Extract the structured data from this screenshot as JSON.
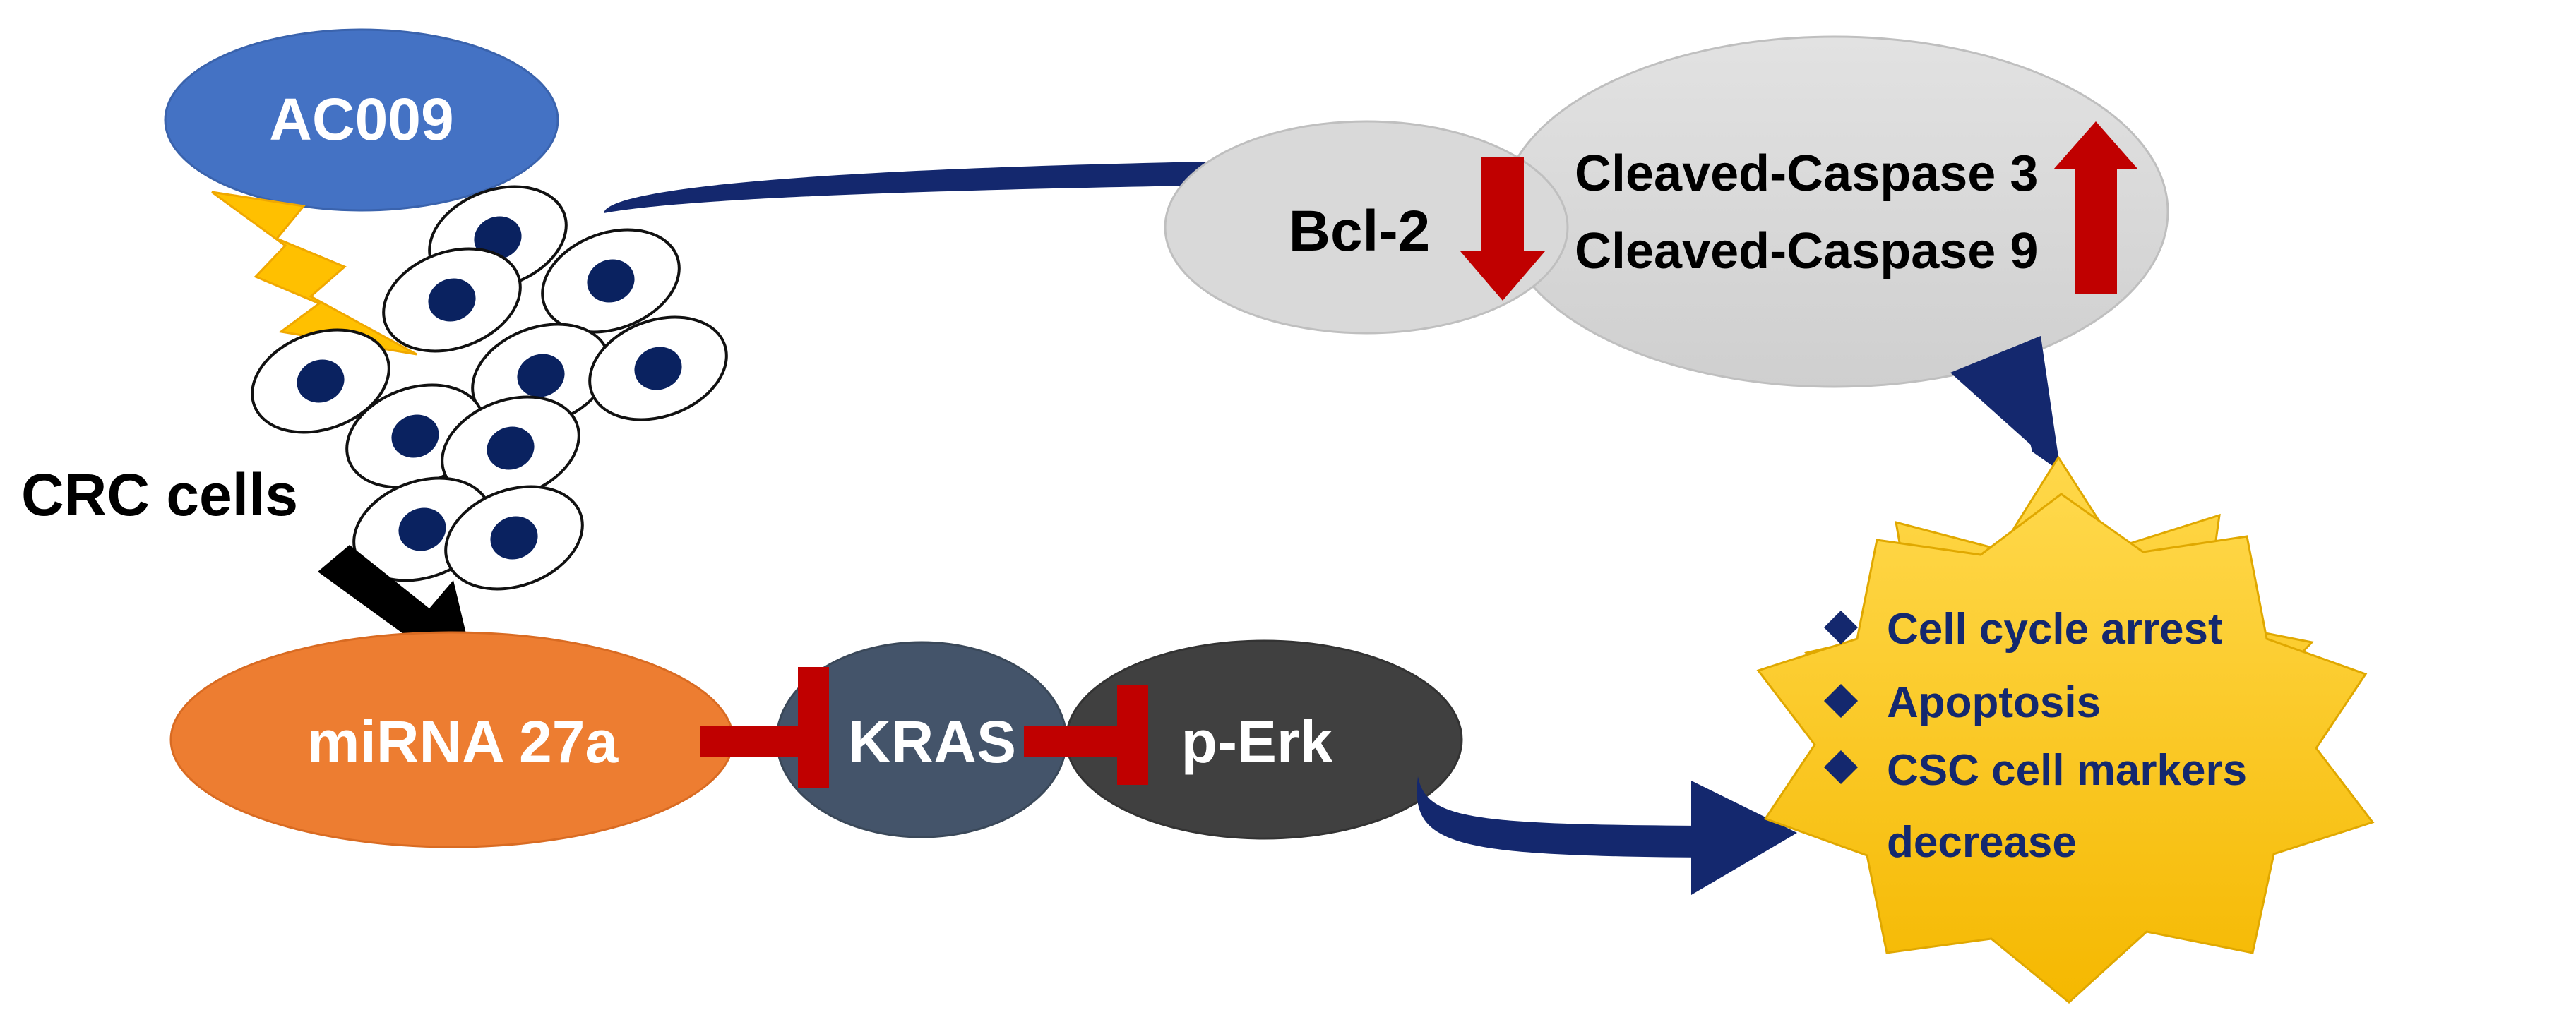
{
  "nodes": {
    "drug": {
      "label": "AC009",
      "fill": "#4472c4"
    },
    "cells": {
      "label": "CRC cells"
    },
    "mirna": {
      "label": "miRNA 27a",
      "fill": "#ed7d31"
    },
    "kras": {
      "label": "KRAS",
      "fill": "#44546a"
    },
    "perk": {
      "label": "p-Erk",
      "fill": "#404040"
    },
    "bcl2": {
      "label": "Bcl-2",
      "fill": "#d9d9d9"
    },
    "caspase3": {
      "label": "Cleaved-Caspase 3"
    },
    "caspase9": {
      "label": "Cleaved-Caspase 9"
    }
  },
  "outcomes": {
    "items": [
      {
        "label": "Cell cycle arrest"
      },
      {
        "label": "Apoptosis"
      },
      {
        "label": "CSC cell markers"
      },
      {
        "label": "decrease"
      }
    ],
    "fill": "#ffc000"
  },
  "colors": {
    "arrow_navy": "#14286e",
    "inhibition_red": "#c00000",
    "down_arrow": "#c00000",
    "up_arrow": "#c00000",
    "cell_nucleus": "#0a2260",
    "bolt": "#ffc000"
  }
}
